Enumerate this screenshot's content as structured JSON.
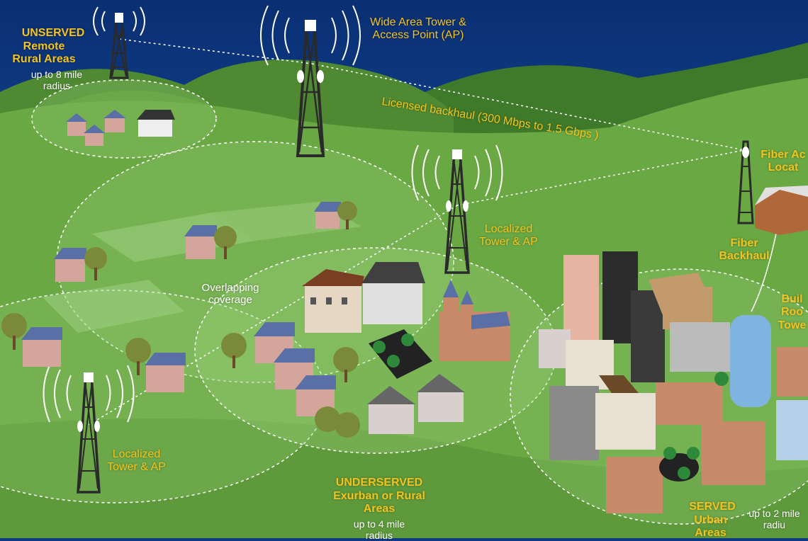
{
  "labels": {
    "unserved_title": "UNSERVED",
    "unserved_sub": "Remote Rural Areas",
    "unserved_radius": "up to 8 mile radius",
    "wide_area": "Wide Area Tower & Access Point (AP)",
    "backhaul": "Licensed backhaul (300 Mbps to 1.5 Gbps )",
    "fiber_access": "Fiber Ac Locat",
    "localized_center": "Localized Tower & AP",
    "fiber_backhaul": "Fiber Backhaul",
    "overlapping": "Overlapping coverage",
    "building_roof": "Buil Roo Towe",
    "localized_left": "Localized Tower & AP",
    "underserved_title": "UNDERSERVED",
    "underserved_sub": "Exurban or Rural Areas",
    "underserved_radius": "up to 4 mile radius",
    "served_title": "SERVED",
    "served_sub": "Urban Areas",
    "served_radius": "up to 2 mile radiu"
  },
  "colors": {
    "sky": "#0d3a82",
    "hill_dark": "#3f7a2b",
    "hill_mid": "#5d9a3b",
    "ground": "#6aa844",
    "label_yellow": "#f3c21c",
    "label_white": "#ffffff"
  }
}
